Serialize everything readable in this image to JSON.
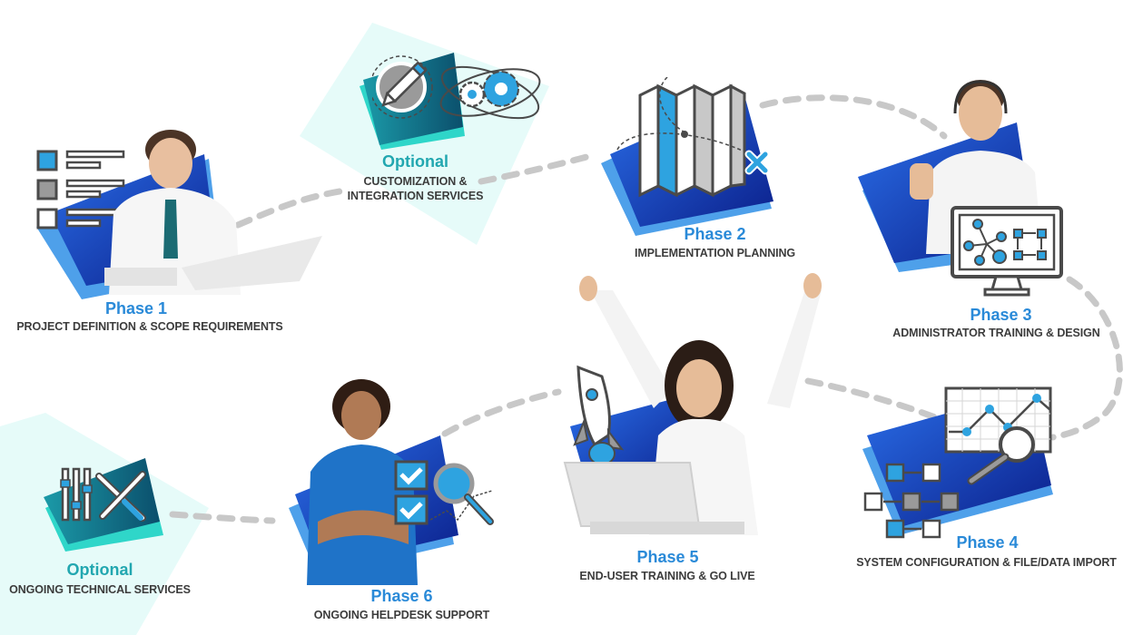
{
  "diagram": {
    "type": "process-roadmap",
    "connector_style": "gray dashed curve",
    "colors": {
      "phase_title": "#2a8ad8",
      "optional_title": "#22a7b0",
      "description": "#3c3c3c",
      "phase_shape": "#1a3fb0",
      "phase_shape_light": "#2f8fe6",
      "optional_shape": "#0e6478",
      "optional_shape_light": "#2fd6c9",
      "optional_bg": "#e6fbf9",
      "connector": "#c8c8c8",
      "icon_accent": "#2ea3e0",
      "icon_gray": "#9a9a9a",
      "icon_stroke": "#4a4a4a"
    },
    "steps": [
      {
        "id": "phase-1",
        "title": "Phase 1",
        "description": "PROJECT DEFINITION & SCOPE REQUIREMENTS",
        "icon": "checklist-icon",
        "illustration": "man-at-laptop"
      },
      {
        "id": "optional-1",
        "title": "Optional",
        "description_line1": "CUSTOMIZATION &",
        "description_line2": "INTEGRATION SERVICES",
        "icon": "pencil-gears-icon"
      },
      {
        "id": "phase-2",
        "title": "Phase 2",
        "description": "IMPLEMENTATION PLANNING",
        "icon": "folded-map-icon"
      },
      {
        "id": "phase-3",
        "title": "Phase 3",
        "description": "ADMINISTRATOR TRAINING & DESIGN",
        "icon": "monitor-workflow-icon",
        "illustration": "man-with-headset-thumbs-up"
      },
      {
        "id": "phase-4",
        "title": "Phase 4",
        "description": "SYSTEM CONFIGURATION & FILE/DATA IMPORT",
        "icon": "chart-magnifier-flow-icon"
      },
      {
        "id": "phase-5",
        "title": "Phase 5",
        "description": "END-USER TRAINING & GO LIVE",
        "icon": "rocket-icon",
        "illustration": "woman-celebrating-at-laptop"
      },
      {
        "id": "phase-6",
        "title": "Phase 6",
        "description": "ONGOING HELPDESK SUPPORT",
        "icon": "checkbox-magnifier-icon",
        "illustration": "woman-with-headset"
      },
      {
        "id": "optional-2",
        "title": "Optional",
        "description": "ONGOING TECHNICAL SERVICES",
        "icon": "sliders-tools-icon"
      }
    ]
  }
}
